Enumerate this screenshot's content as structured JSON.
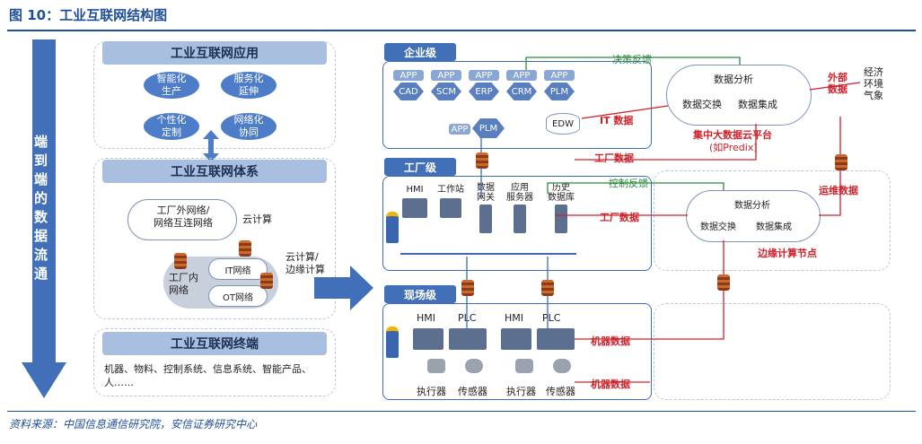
{
  "title": "图 10：工业互联网结构图",
  "source": "资料来源：中国信息通信研究院，安信证券研究中心",
  "left_arrow": "端到端的数据流通",
  "app_section": {
    "header": "工业互联网应用",
    "bubbles": [
      "智能化\n生产",
      "服务化\n延伸",
      "个性化\n定制",
      "网络化\n协同"
    ]
  },
  "system_section": {
    "header": "工业互联网体系",
    "cloud_external": "工厂外网络/\n网络互连网络",
    "cloud_compute": "云计算",
    "edge_compute": "云计算/\n边缘计算",
    "factory_net": "工厂内\n网络",
    "it_net": "IT网络",
    "ot_net": "OT网络"
  },
  "terminal_section": {
    "header": "工业互联网终端",
    "text": "机器、物料、控制系统、信息系统、智能产品、人……"
  },
  "enterprise": {
    "tab": "企业级",
    "apps": [
      {
        "tag": "APP",
        "name": "CAD"
      },
      {
        "tag": "APP",
        "name": "SCM"
      },
      {
        "tag": "APP",
        "name": "ERP"
      },
      {
        "tag": "APP",
        "name": "CRM"
      },
      {
        "tag": "APP",
        "name": "PLM"
      }
    ],
    "plm_tag": "APP",
    "plm_name": "PLM",
    "edw": "EDW",
    "it_data": "IT 数据",
    "decision_feedback": "决策反馈"
  },
  "cloud_platform": {
    "analysis": "数据分析",
    "exchange": "数据交换",
    "integration": "数据集成",
    "label": "集中大数据云平台",
    "sublabel": "(如Predix)",
    "external_data": "外部\n数据",
    "external_items": "经济\n环境\n气象"
  },
  "factory": {
    "tab": "工厂级",
    "items": [
      "HMI",
      "工作站",
      "数据\n网关",
      "应用\n服务器",
      "历史\n数据库"
    ],
    "factory_data": "工厂数据",
    "factory_data2": "工厂数据",
    "control_feedback": "控制反馈",
    "ops_data": "运维数据"
  },
  "edge_node": {
    "analysis": "数据分析",
    "exchange": "数据交换",
    "integration": "数据集成",
    "label": "边缘计算节点"
  },
  "field": {
    "tab": "现场级",
    "hmi1": "HMI",
    "plc1": "PLC",
    "hmi2": "HMI",
    "plc2": "PLC",
    "actuator1": "执行器",
    "sensor1": "传感器",
    "actuator2": "执行器",
    "sensor2": "传感器",
    "machine_data1": "机器数据",
    "machine_data2": "机器数据"
  },
  "colors": {
    "brand": "#1f4e9a",
    "header": "#a9bfdf",
    "bubble": "#4d7cc9",
    "red": "#d0202a",
    "green": "#2b8a3e"
  }
}
